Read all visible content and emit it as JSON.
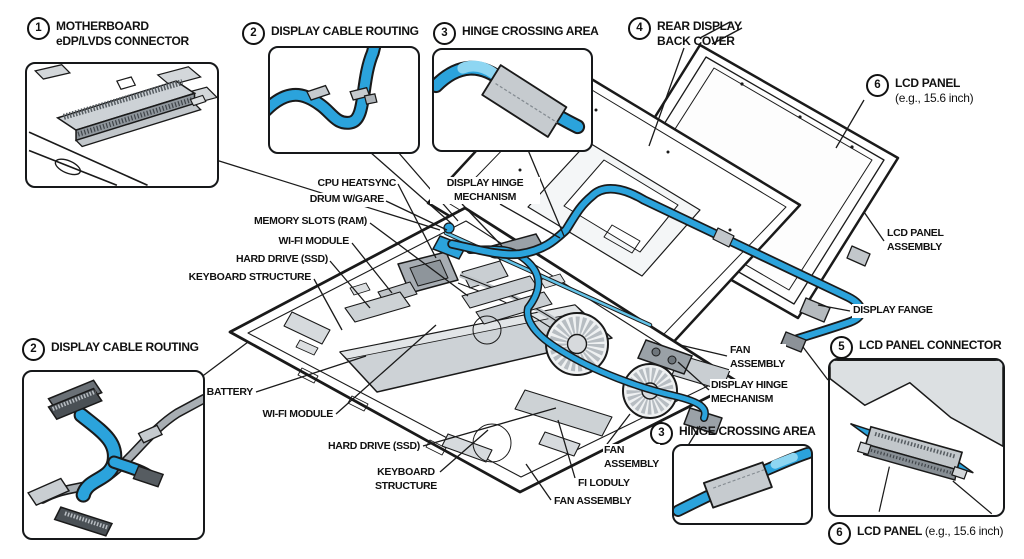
{
  "colors": {
    "cable_blue": "#2BA3DC",
    "cable_blue_light": "#8ED6F2",
    "sleeve_gray": "#C6CBCF",
    "metal_gray": "#9AA1A7",
    "outline": "#1A1A1A",
    "background": "#FFFFFF"
  },
  "callouts": {
    "c1": {
      "num": "1",
      "title": "MOTHERBOARD\neDP/LVDS CONNECTOR"
    },
    "c2_top": {
      "num": "2",
      "title": "DISPLAY CABLE ROUTING"
    },
    "c3_top": {
      "num": "3",
      "title": "HINGE CROSSING AREA"
    },
    "c4": {
      "num": "4",
      "title": "REAR DISPLAY\nBACK COVER"
    },
    "c6_top": {
      "num": "6",
      "title": "LCD PANEL",
      "subtitle": "(e.g., 15.6 inch)"
    },
    "c2_bottom": {
      "num": "2",
      "title": "DISPLAY CABLE ROUTING"
    },
    "c3_bottom": {
      "num": "3",
      "title": "HINGE CROSSING AREA"
    },
    "c5": {
      "num": "5",
      "title": "LCD PANEL CONNECTOR"
    },
    "c6_bottom": {
      "num": "6",
      "title": "LCD PANEL",
      "subtitle": "(e.g., 15.6 inch)"
    }
  },
  "part_labels": {
    "cpu_heatsync": "CPU HEATSYNC",
    "drum_gare": "DRUM W/GARE",
    "memory_slots": "MEMORY SLOTS (RAM)",
    "wifi_module_top": "WI-FI MODULE",
    "hard_drive_top": "HARD DRIVE (SSD)",
    "keyboard_structure_top": "KEYBOARD STRUCTURE",
    "display_hinge_top": "DISPLAY HINGE\nMECHANISM",
    "lcd_panel_assembly": "LCD PANEL\nASSEMBLY",
    "display_fange": "DISPLAY FANGE",
    "fan_assembly_right": "FAN\nASSEMBLY",
    "display_hinge_right": "DISPLAY HINGE\nMECHANISM",
    "battery": "BATTERY",
    "wifi_module_bottom": "WI-FI MODULE",
    "hard_drive_bottom": "HARD DRIVE (SSD)",
    "keyboard_structure_bottom": "KEYBOARD\nSTRUCTURE",
    "fan_assembly_mid": "FAN\nASSEMBLY",
    "fi_loduly": "FI LODULY",
    "fan_assembly_bottom": "FAN ASSEMBLY"
  }
}
